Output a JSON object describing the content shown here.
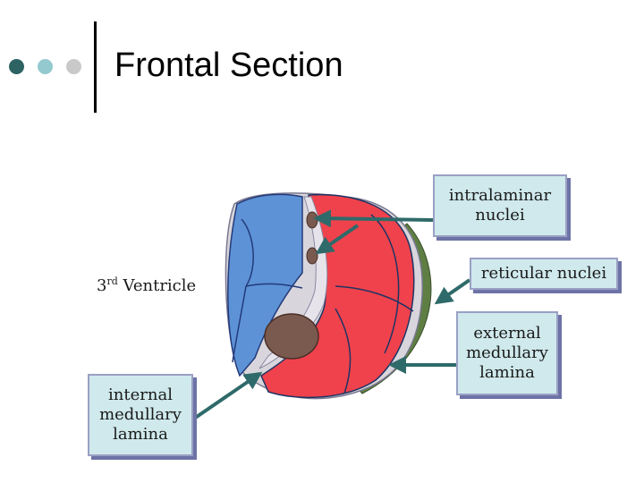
{
  "slide": {
    "title": "Frontal Section"
  },
  "labels": {
    "intralaminar": "intralaminar nuclei",
    "reticular": "reticular nuclei",
    "external": "external medullary lamina",
    "internal": "internal medullary lamina",
    "ventricle_prefix": "3",
    "ventricle_sup": "rd",
    "ventricle_suffix": " Ventricle"
  },
  "colors": {
    "dot1": "#2e6364",
    "dot2": "#93c9cf",
    "dot3": "#c9c9c9",
    "label_fill": "#cfe9ec",
    "arrow": "#2f6a6a",
    "thalamus_red": "#f0424c",
    "blue_region": "#5d93d6",
    "green_rim": "#5e7e43",
    "brown_nucleus": "#7a5a4f"
  }
}
